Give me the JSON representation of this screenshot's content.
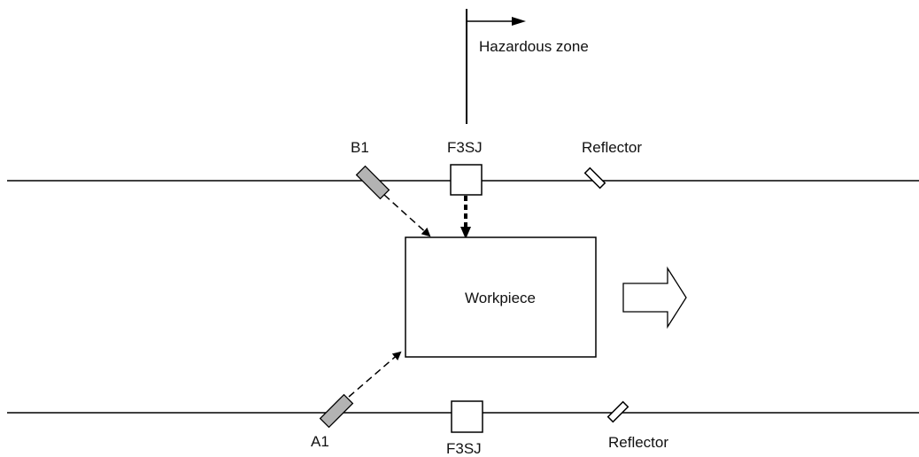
{
  "labels": {
    "hazardous_zone": "Hazardous zone",
    "f3sj_top": "F3SJ",
    "f3sj_bottom": "F3SJ",
    "reflector_top": "Reflector",
    "reflector_bottom": "Reflector",
    "b1": "B1",
    "a1": "A1",
    "workpiece": "Workpiece"
  },
  "colors": {
    "line": "#000000",
    "sensor_fill": "#b3b3b3",
    "box_fill": "#ffffff"
  }
}
